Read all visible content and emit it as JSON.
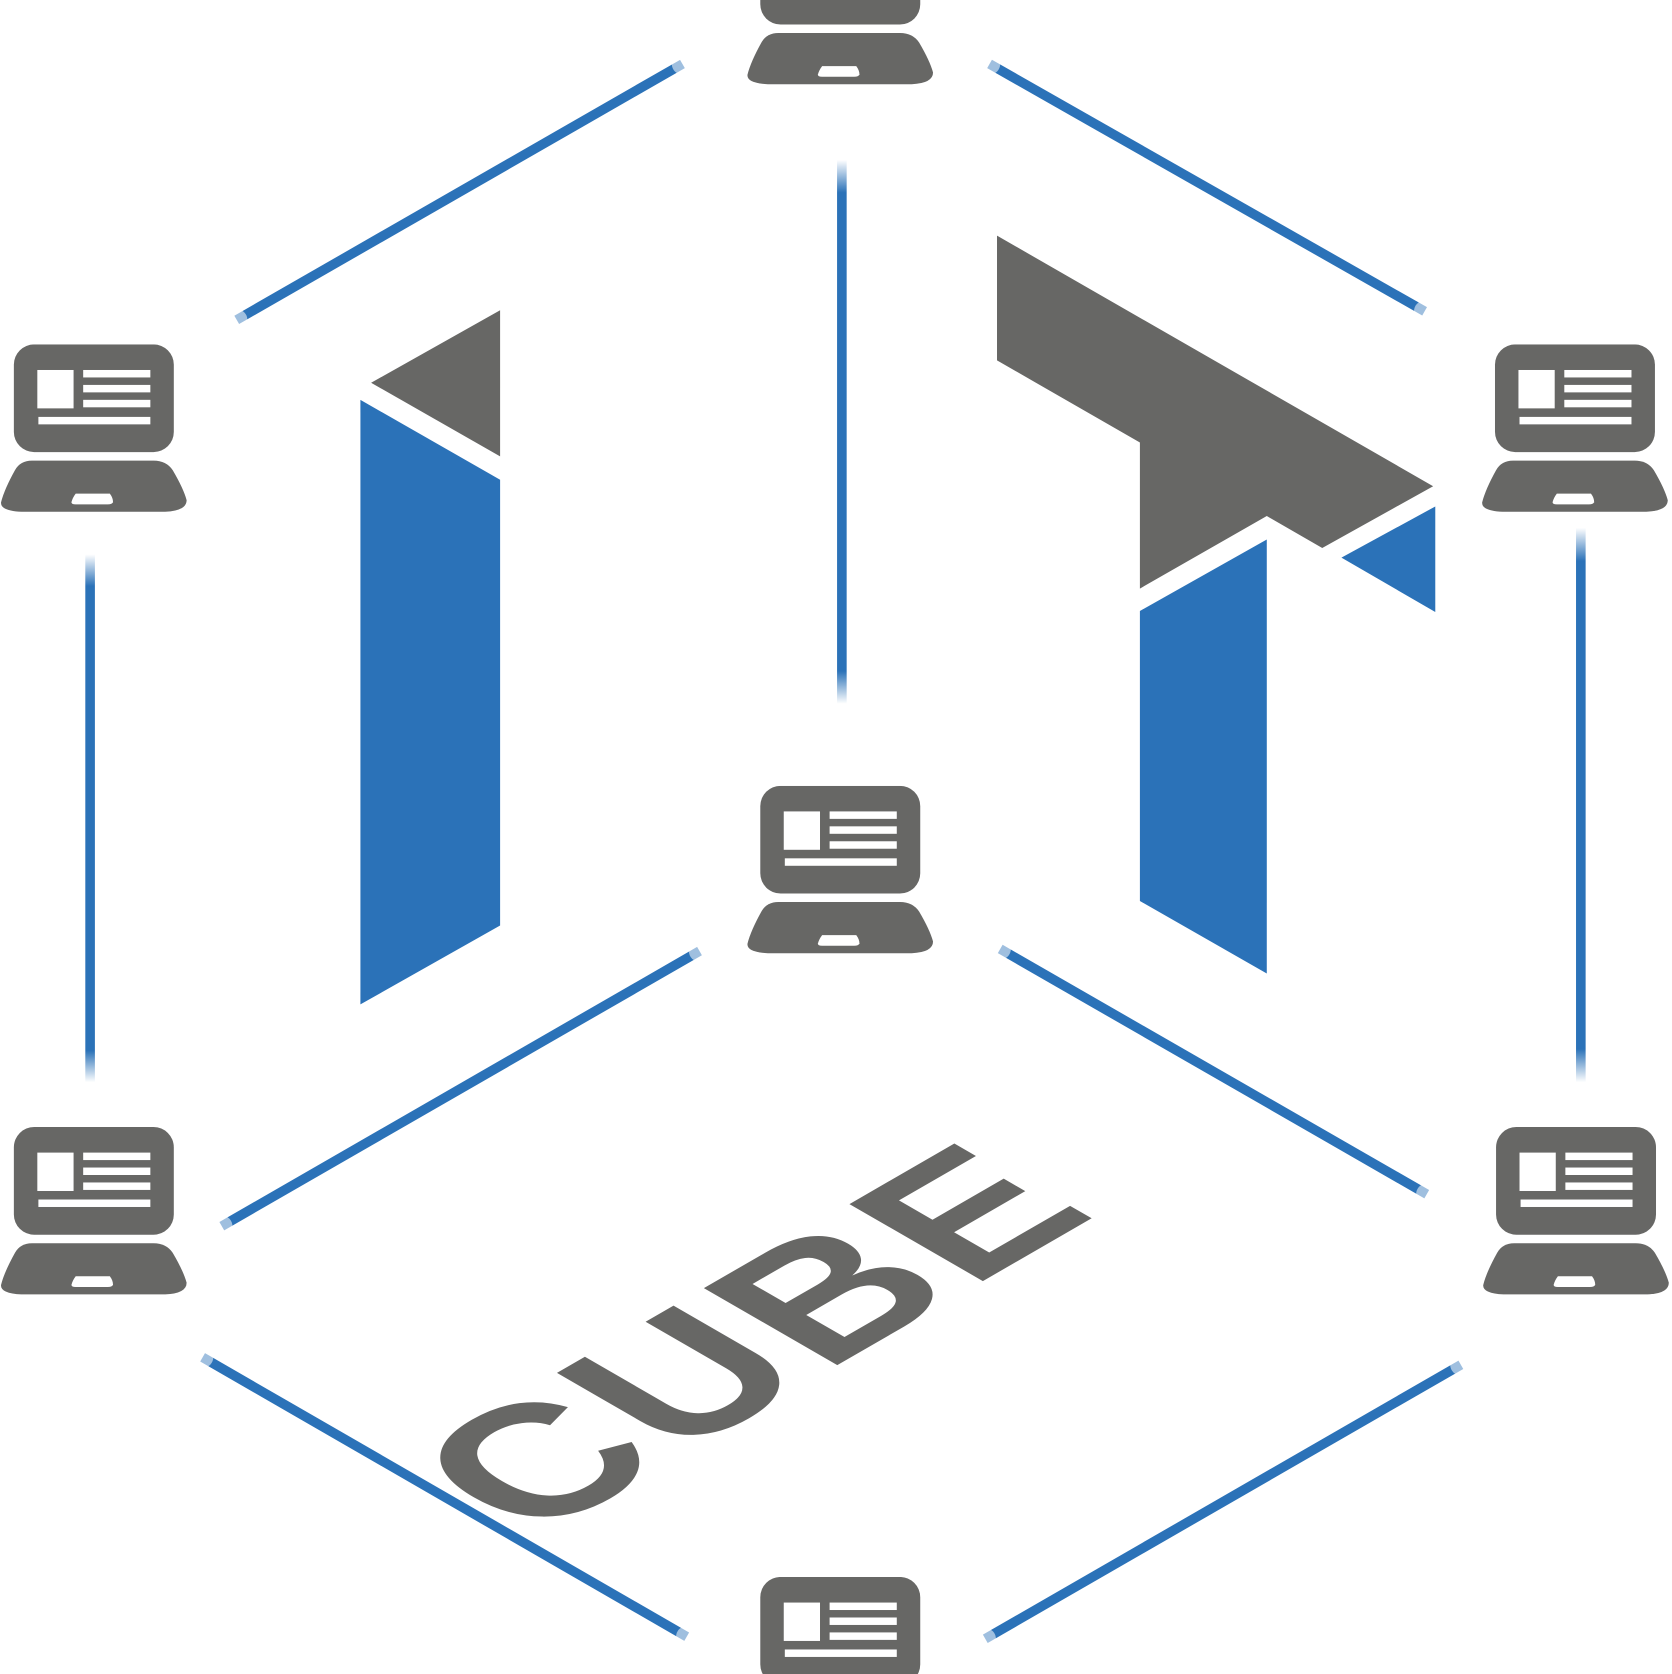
{
  "logo": {
    "letters_top": "IT",
    "word": "CUBE",
    "colors": {
      "blue": "#2b72b8",
      "gray": "#676765",
      "background": "#ffffff"
    },
    "nodes": [
      {
        "id": "top",
        "icon": "computer-icon"
      },
      {
        "id": "upper-left",
        "icon": "computer-icon"
      },
      {
        "id": "upper-right",
        "icon": "computer-icon"
      },
      {
        "id": "center",
        "icon": "computer-icon"
      },
      {
        "id": "lower-left",
        "icon": "computer-icon"
      },
      {
        "id": "lower-right",
        "icon": "computer-icon"
      },
      {
        "id": "bottom",
        "icon": "computer-icon"
      }
    ]
  }
}
